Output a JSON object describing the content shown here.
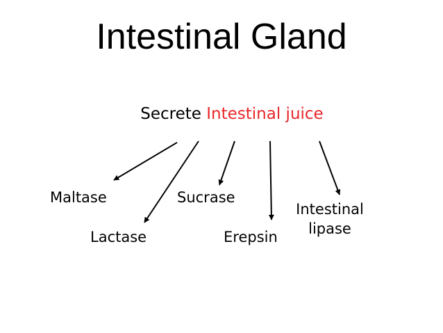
{
  "title": "Intestinal Gland",
  "subtitle": {
    "prefix": "Secrete",
    "highlight": "Intestinal juice"
  },
  "colors": {
    "highlight": "#e8262a",
    "text": "#000000",
    "background": "#ffffff"
  },
  "enzymes": {
    "maltase": "Maltase",
    "lactase": "Lactase",
    "sucrase": "Sucrase",
    "erepsin": "Erepsin",
    "lipase_line1": "Intestinal",
    "lipase_line2": "lipase"
  }
}
